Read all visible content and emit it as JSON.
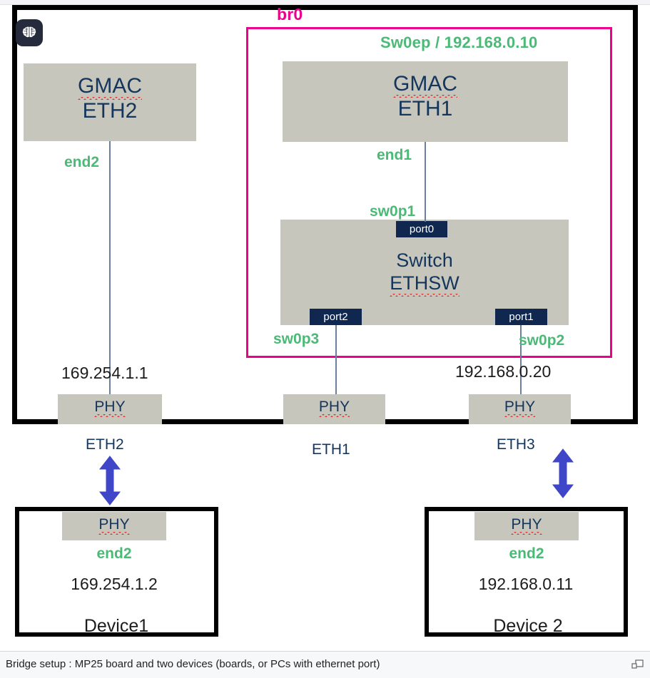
{
  "board": {
    "bridge_label": "br0",
    "bridge_endpoint": "Sw0ep / 192.168.0.10",
    "blocks": {
      "gmac_eth2": {
        "line1": "GMAC",
        "line2": "ETH2"
      },
      "gmac_eth1": {
        "line1": "GMAC",
        "line2": "ETH1"
      },
      "switch": {
        "line1": "Switch",
        "line2": "ETHSW"
      }
    },
    "switch_ports": {
      "port0": "port0",
      "port1": "port1",
      "port2": "port2"
    },
    "interfaces": {
      "end2": "end2",
      "end1": "end1",
      "sw0p1": "sw0p1",
      "sw0p3": "sw0p3",
      "sw0p2": "sw0p2"
    },
    "ip_labels": {
      "left": "169.254.1.1",
      "right": "192.168.0.20"
    },
    "phy_blocks": {
      "left": "PHY",
      "middle": "PHY",
      "right": "PHY"
    }
  },
  "links": {
    "eth2": "ETH2",
    "eth1": "ETH1",
    "eth3": "ETH3"
  },
  "devices": [
    {
      "phy": "PHY",
      "interface": "end2",
      "ip": "169.254.1.2",
      "name": "Device1"
    },
    {
      "phy": "PHY",
      "interface": "end2",
      "ip": "192.168.0.11",
      "name": "Device 2"
    }
  ],
  "caption": {
    "text": "Bridge setup : MP25 board and two devices (boards, or PCs with ethernet port)"
  },
  "colors": {
    "bridge_magenta": "#ec008c",
    "interface_green": "#4aba76",
    "block_gray": "#c7c6bd",
    "text_navy": "#14365c",
    "port_navy": "#10284f",
    "arrow_blue": "#3f46c8",
    "spell_red": "#e03030"
  }
}
